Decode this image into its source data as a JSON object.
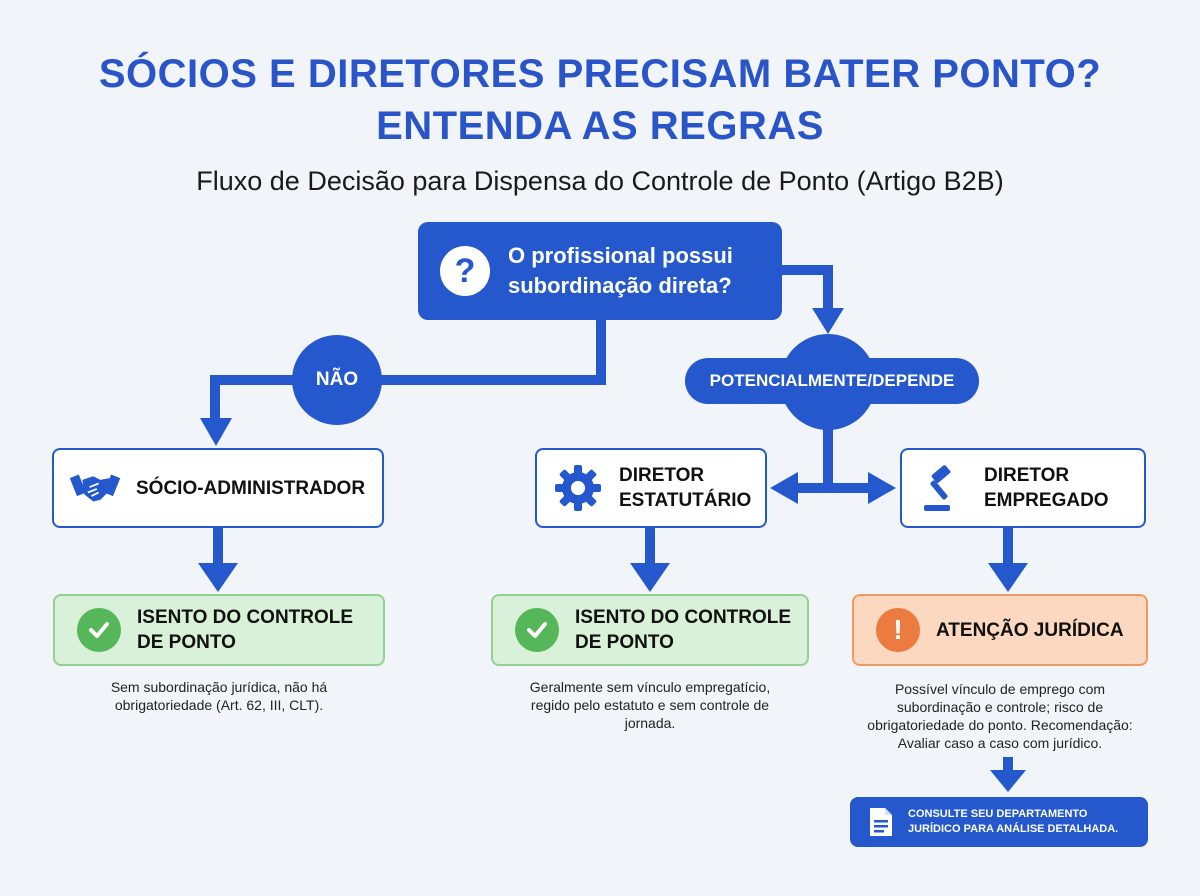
{
  "header": {
    "title_line1": "SÓCIOS E DIRETORES PRECISAM BATER PONTO?",
    "title_line2": "ENTENDA AS REGRAS",
    "subtitle": "Fluxo de Decisão para Dispensa do Controle de Ponto (Artigo B2B)"
  },
  "question": {
    "icon": "question-mark-icon",
    "line1": "O profissional possui",
    "line2": "subordinação direta?"
  },
  "branches": {
    "no": "NÃO",
    "maybe": "POTENCIALMENTE/DEPENDE"
  },
  "roles": {
    "socio": {
      "icon": "handshake-icon",
      "line1": "SÓCIO-ADMINISTRADOR"
    },
    "estatutario": {
      "icon": "gear-icon",
      "line1": "DIRETOR",
      "line2": "ESTATUTÁRIO"
    },
    "empregado": {
      "icon": "gavel-icon",
      "line1": "DIRETOR",
      "line2": "EMPREGADO"
    }
  },
  "results": {
    "socio": {
      "icon": "check-icon",
      "line1": "ISENTO DO CONTROLE",
      "line2": "DE PONTO",
      "note1": "Sem subordinação jurídica, não há",
      "note2": "obrigatoriedade (Art. 62, III, CLT)."
    },
    "estatutario": {
      "icon": "check-icon",
      "line1": "ISENTO DO CONTROLE",
      "line2": "DE PONTO",
      "note1": "Geralmente sem vínculo empregatício,",
      "note2": "regido pelo estatuto e sem controle de",
      "note3": "jornada."
    },
    "empregado": {
      "icon": "warning-icon",
      "label": "ATENÇÃO JURÍDICA",
      "note1": "Possível vínculo de emprego com",
      "note2": "subordinação e controle; risco de",
      "note3": "obrigatoriedade do ponto. Recomendação:",
      "note4": "Avaliar caso a caso com jurídico."
    }
  },
  "consult": {
    "icon": "document-icon",
    "line1": "CONSULTE SEU DEPARTAMENTO",
    "line2": "JURÍDICO PARA ANÁLISE DETALHADA."
  },
  "colors": {
    "primary": "#2458cc",
    "title": "#2a55c9",
    "success_bg": "#d8f1d8",
    "success_icon": "#56b75a",
    "warning_bg": "#fbd8bf",
    "warning_icon": "#ec7b3f"
  }
}
